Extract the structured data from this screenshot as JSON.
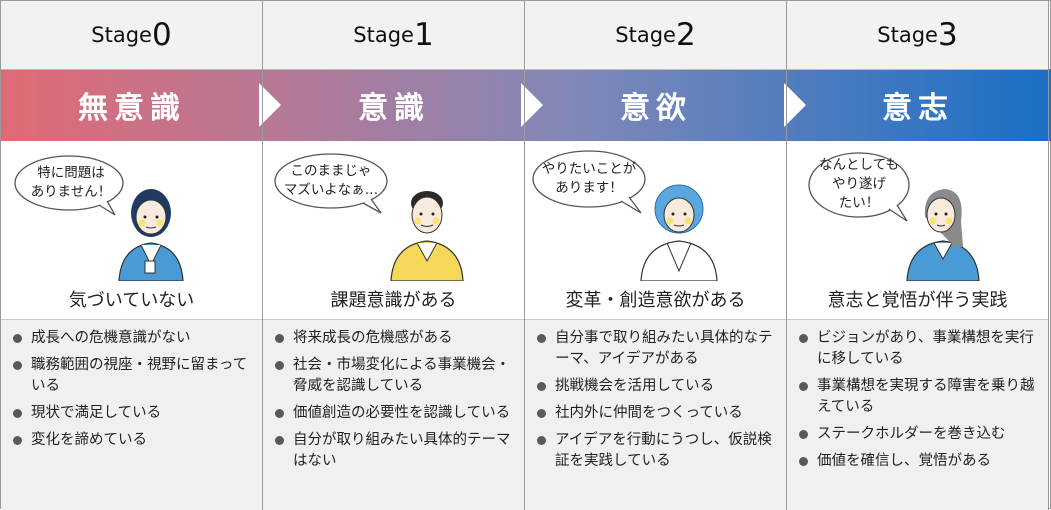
{
  "stages": [
    {
      "stage_word": "Stage",
      "stage_num": "0",
      "mindset": "無意識",
      "bubble_lines": [
        "特に問題は",
        "ありません！"
      ],
      "state": "気づいていない",
      "notes": [
        "成長への危機意識がない",
        "職務範囲の視座・視野に留まっている",
        "現状で満足している",
        "変化を諦めている"
      ]
    },
    {
      "stage_word": "Stage",
      "stage_num": "1",
      "mindset": "意識",
      "bubble_lines": [
        "このままじゃ",
        "マズいよなぁ…"
      ],
      "state": "課題意識がある",
      "notes": [
        "将来成長の危機感がある",
        "社会・市場変化による事業機会・脅威を認識している",
        "価値創造の必要性を認識している",
        "自分が取り組みたい具体的テーマはない"
      ]
    },
    {
      "stage_word": "Stage",
      "stage_num": "2",
      "mindset": "意欲",
      "bubble_lines": [
        "やりたいことが",
        "あります！"
      ],
      "state": "変革・創造意欲がある",
      "notes": [
        "自分事で取り組みたい具体的なテーマ、アイデアがある",
        "挑戦機会を活用している",
        "社内外に仲間をつくっている",
        "アイデアを行動にうつし、仮説検証を実践している"
      ]
    },
    {
      "stage_word": "Stage",
      "stage_num": "3",
      "mindset": "意志",
      "bubble_lines": [
        "なんとしても",
        "やり遂げ",
        "たい！"
      ],
      "state": "意志と覚悟が伴う実践",
      "notes": [
        "ビジョンがあり、事業構想を実行に移している",
        "事業構想を実現する障害を乗り越えている",
        "ステークホルダーを巻き込む",
        "価値を確信し、覚悟がある"
      ]
    }
  ],
  "colors": {
    "band_start": "#e06a74",
    "band_end": "#1a6fc6",
    "stage_header_bg": "#f2f2f2",
    "notes_bg": "#f0f0f0"
  }
}
